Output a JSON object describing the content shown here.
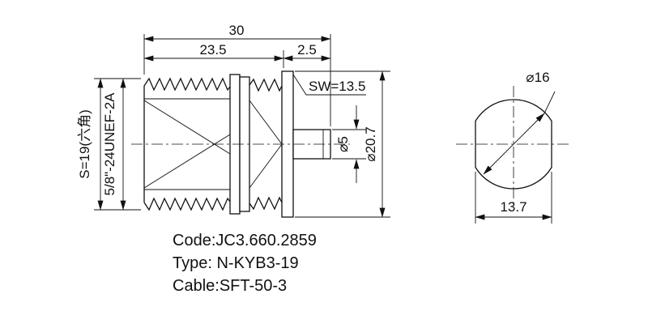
{
  "drawing": {
    "background_color": "#ffffff",
    "line_color": "#111111"
  },
  "side_view": {
    "dims": {
      "total_length": "30",
      "body_length": "23.5",
      "flange_width": "2.5",
      "hex": "S=19(六角)",
      "thread": "5/8\"-24UNEF-2A",
      "wrench": "SW=13.5",
      "pin_dia": "⌀5",
      "flange_dia": "⌀20.7"
    }
  },
  "end_view": {
    "dims": {
      "outer_dia": "⌀16",
      "across_flats": "13.7"
    }
  },
  "notes": {
    "code": "Code:JC3.660.2859",
    "type": "Type: N-KYB3-19",
    "cable": "Cable:SFT-50-3"
  }
}
